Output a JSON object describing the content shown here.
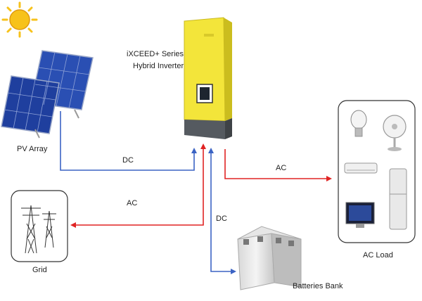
{
  "labels": {
    "inverter_line1": "iXCEED+ Series",
    "inverter_line2": "Hybrid Inverter",
    "pv_array": "PV Array",
    "grid": "Grid",
    "ac_load": "AC Load",
    "batteries": "Batteries Bank",
    "dc_pv": "DC",
    "ac_load_arrow": "AC",
    "ac_grid_arrow": "AC",
    "dc_battery": "DC"
  },
  "colors": {
    "dc_line": "#3b63c4",
    "ac_line": "#e02323",
    "inverter_body": "#f3e53a",
    "inverter_base": "#555a60",
    "panel_blue": "#1f3f9e",
    "sun": "#f7c21b"
  }
}
